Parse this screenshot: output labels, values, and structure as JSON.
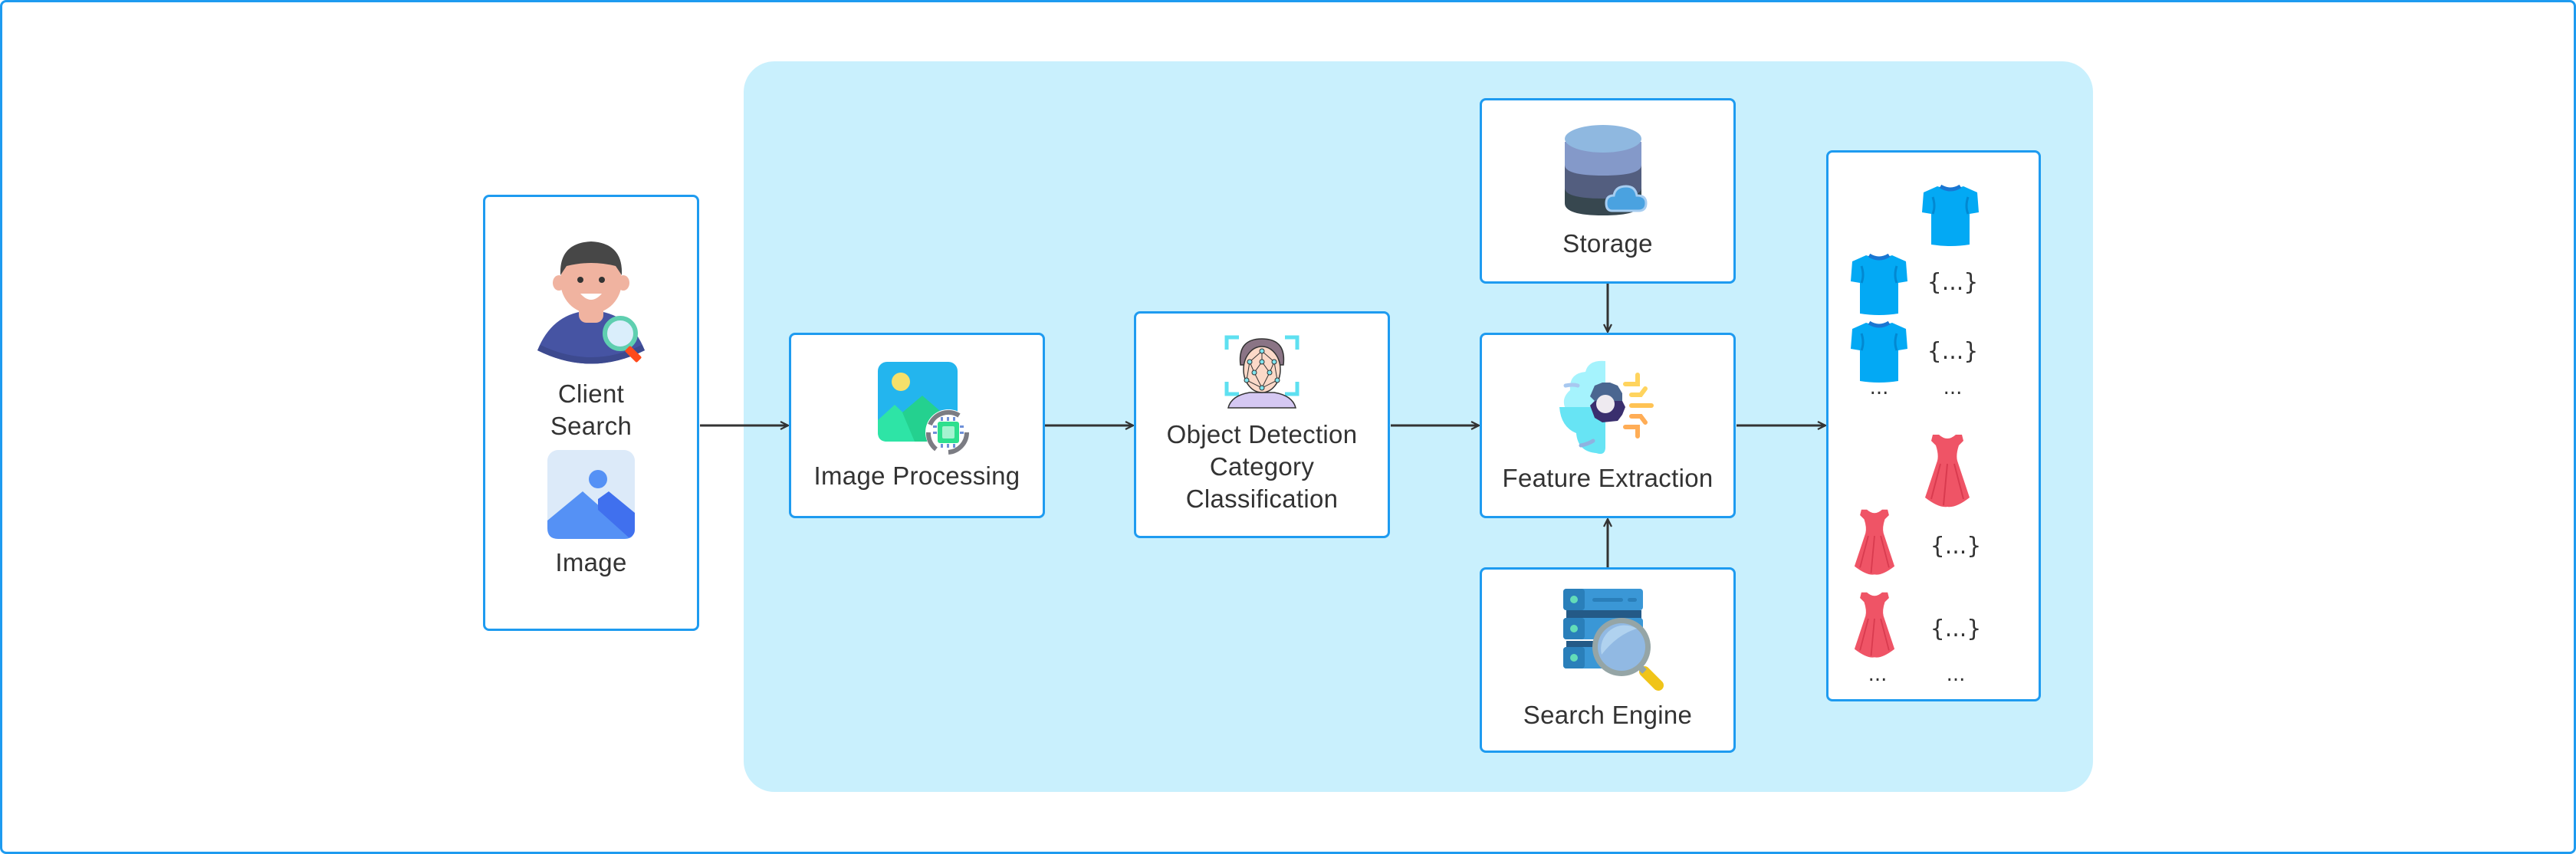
{
  "diagram": {
    "title": "Visual search pipeline",
    "colors": {
      "frame_border": "#1e9bf0",
      "panel_background": "#c9f0fd",
      "box_border": "#1e9bf0",
      "arrow": "#333333",
      "shirt": "#03a9f4",
      "dress": "#ef5466"
    },
    "nodes": {
      "client": {
        "label_line1": "Client",
        "label_line2": "Search",
        "image_label": "Image",
        "icons": [
          "user-search-icon",
          "image-icon"
        ]
      },
      "image_processing": {
        "label": "Image Processing",
        "icon": "image-processing-icon"
      },
      "object_detection": {
        "label_line1": "Object Detection",
        "label_line2": "Category",
        "label_line3": "Classification",
        "icon": "face-recognition-icon"
      },
      "storage": {
        "label": "Storage",
        "icon": "cloud-database-icon"
      },
      "feature_extraction": {
        "label": "Feature Extraction",
        "icon": "brain-gear-icon"
      },
      "search_engine": {
        "label": "Search Engine",
        "icon": "server-search-icon"
      },
      "results": {
        "groups": [
          {
            "category": "shirt",
            "icon": "tshirt-icon",
            "items": [
              "{...}",
              "{...}"
            ],
            "ellipsis": [
              "...",
              "..."
            ]
          },
          {
            "category": "dress",
            "icon": "dress-icon",
            "items": [
              "{...}",
              "{...}"
            ],
            "ellipsis": [
              "...",
              "..."
            ]
          }
        ]
      }
    },
    "edges": [
      {
        "from": "client",
        "to": "image_processing"
      },
      {
        "from": "image_processing",
        "to": "object_detection"
      },
      {
        "from": "object_detection",
        "to": "feature_extraction"
      },
      {
        "from": "storage",
        "to": "feature_extraction"
      },
      {
        "from": "search_engine",
        "to": "feature_extraction"
      },
      {
        "from": "feature_extraction",
        "to": "results"
      }
    ]
  }
}
